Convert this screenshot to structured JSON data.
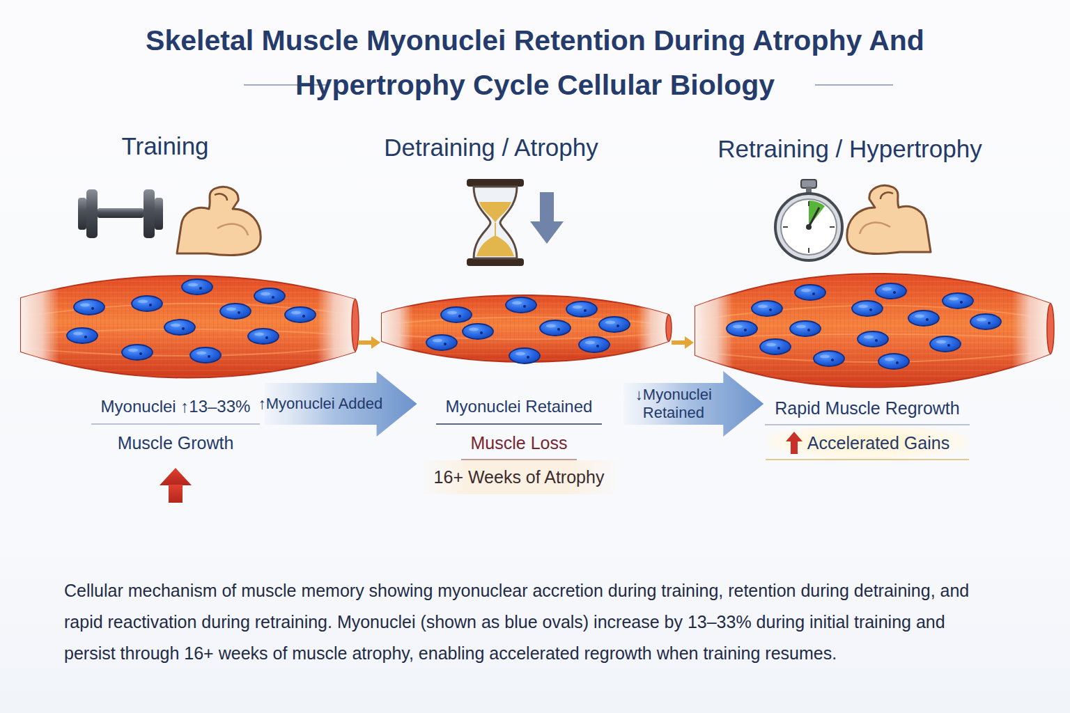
{
  "diagram": {
    "title": "Skeletal Muscle Myonuclei Retention During Atrophy And Hypertrophy Cycle Cellular Biology",
    "caption": "Cellular mechanism of muscle memory showing myonuclear accretion during training, retention during detraining, and rapid reactivation during retraining. Myonuclei (shown as blue ovals) increase by 13–33% during initial training and persist through 16+ weeks of muscle atrophy, enabling accelerated regrowth when training resumes.",
    "nodes": [
      {
        "text": [
          "Myonuclei ↑13–33%",
          "Muscle Growth"
        ]
      },
      {
        "text": [
          "Myonuclei Retained",
          "Muscle Loss",
          "16+ Weeks of Atrophy"
        ]
      },
      {
        "text": [
          "Rapid Muscle Regrowth",
          "Accelerated Gains"
        ]
      }
    ],
    "edges": [
      {
        "from": 0,
        "to": 1,
        "arrow": "to",
        "label": "↑Myonuclei Added"
      },
      {
        "from": 1,
        "to": 2,
        "arrow": "to",
        "label": "↓Myonuclei Retained"
      }
    ],
    "labels": [
      "Training",
      "Detraining / Atrophy",
      "Retraining / Hypertrophy"
    ]
  }
}
